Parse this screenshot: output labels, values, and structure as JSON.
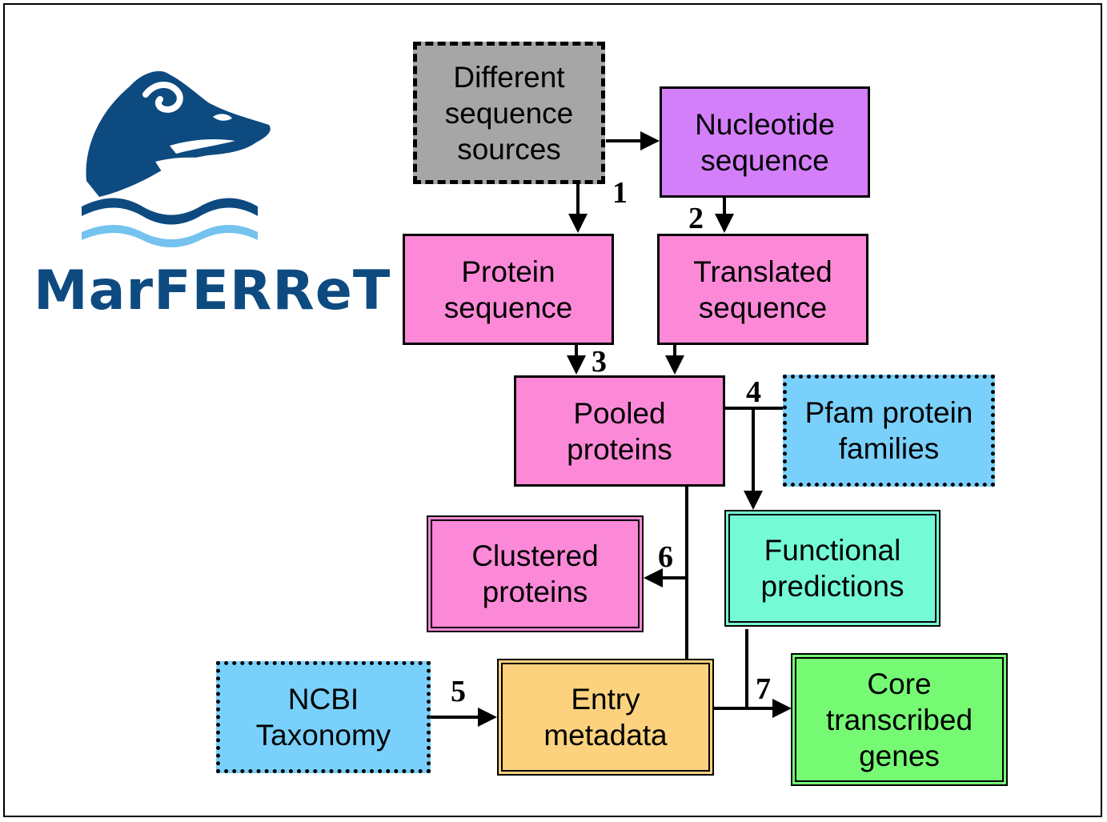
{
  "logo": {
    "name": "MarFERRet",
    "text": "MarFERReT",
    "color": "#0d4a80",
    "wave_light_color": "#74c2ee"
  },
  "boxes": {
    "sources": {
      "label": "Different\nsequence\nsources",
      "color": "#a6a6a6"
    },
    "nucleotide": {
      "label": "Nucleotide\nsequence",
      "color": "#d47ffa"
    },
    "protein": {
      "label": "Protein\nsequence",
      "color": "#fc89d8"
    },
    "translated": {
      "label": "Translated\nsequence",
      "color": "#fc89d8"
    },
    "pooled": {
      "label": "Pooled\nproteins",
      "color": "#fc89d8"
    },
    "pfam": {
      "label": "Pfam protein\nfamilies",
      "color": "#79d1fb"
    },
    "clustered": {
      "label": "Clustered\nproteins",
      "color": "#fc89d8"
    },
    "functional": {
      "label": "Functional\npredictions",
      "color": "#74fbd6"
    },
    "ncbi": {
      "label": "NCBI\nTaxonomy",
      "color": "#79d1fb"
    },
    "entry": {
      "label": "Entry\nmetadata",
      "color": "#fcd27e"
    },
    "core": {
      "label": "Core\ntranscribed\ngenes",
      "color": "#76fa74"
    }
  },
  "steps": [
    "1",
    "2",
    "3",
    "4",
    "5",
    "6",
    "7"
  ]
}
